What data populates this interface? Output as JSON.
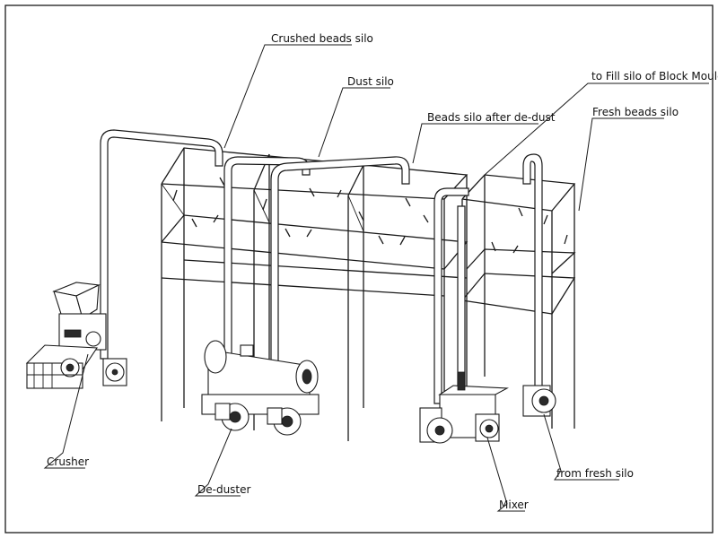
{
  "labels": {
    "crushed_beads_silo": "Crushed beads silo",
    "dust_silo": "Dust silo",
    "fill_silo_block_mould": "to Fill silo of Block Mould",
    "beads_silo_after_dedust": "Beads silo after de-dust",
    "fresh_beads_silo": "Fresh beads silo",
    "crusher": "Crusher",
    "de_duster": "De-duster",
    "mixer": "Mixer",
    "from_fresh_silo": "from fresh silo"
  }
}
